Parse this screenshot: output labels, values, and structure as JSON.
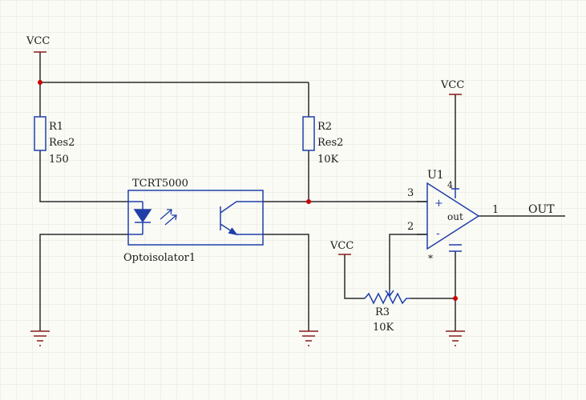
{
  "colors": {
    "background": "#fbfbf6",
    "grid": "#e6e6dc",
    "wire": "#2a2a2a",
    "power": "#8b1a1a",
    "component": "#1f3fa8",
    "text": "#1a1a1a",
    "junction": "#cc0000"
  },
  "power": {
    "vcc_top": "VCC",
    "vcc_opamp": "VCC",
    "vcc_pot": "VCC"
  },
  "r1": {
    "designator": "R1",
    "type": "Res2",
    "value": "150"
  },
  "r2": {
    "designator": "R2",
    "type": "Res2",
    "value": "10K"
  },
  "r3": {
    "designator": "R3",
    "value": "10K"
  },
  "optoisolator": {
    "part": "TCRT5000",
    "designator": "Optoisolator1"
  },
  "opamp": {
    "designator": "U1",
    "pin_plus": "+",
    "pin_minus": "-",
    "pin_out_label": "out",
    "pin_num_in_plus": "3",
    "pin_num_in_minus": "2",
    "pin_num_out": "1",
    "pin_num_vcc": "4",
    "star": "*"
  },
  "net_out": "OUT"
}
